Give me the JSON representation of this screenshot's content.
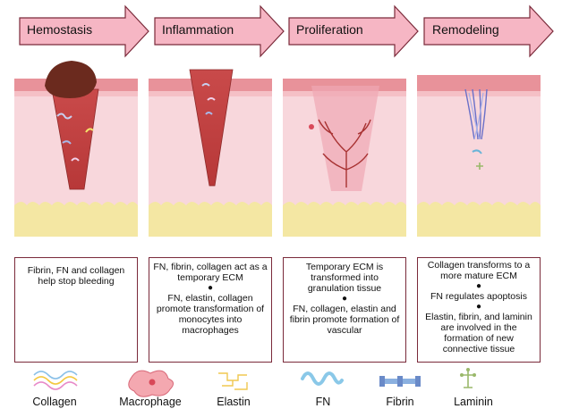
{
  "stages": [
    {
      "label": "Hemostasis",
      "text": [
        "Fibrin, FN and collagen help stop bleeding"
      ]
    },
    {
      "label": "Inflammation",
      "text": [
        "FN, fibrin, collagen act as a temporary ECM",
        "FN, elastin, collagen promote transformation of monocytes into macrophages"
      ]
    },
    {
      "label": "Proliferation",
      "text": [
        "Temporary ECM is transformed into granulation tissue",
        "FN, collagen, elastin and fibrin promote formation of vascular"
      ]
    },
    {
      "label": "Remodeling",
      "text": [
        "Collagen transforms to a more mature ECM",
        "FN regulates apoptosis",
        "Elastin, fibrin, and laminin are involved in the formation of new connective tissue"
      ]
    }
  ],
  "bullet": "●",
  "legend": [
    {
      "label": "Collagen",
      "icon": "collagen-icon"
    },
    {
      "label": "Macrophage",
      "icon": "macrophage-icon"
    },
    {
      "label": "Elastin",
      "icon": "elastin-icon"
    },
    {
      "label": "FN",
      "icon": "fn-icon"
    },
    {
      "label": "Fibrin",
      "icon": "fibrin-icon"
    },
    {
      "label": "Laminin",
      "icon": "laminin-icon"
    }
  ],
  "colors": {
    "arrow_fill": "#f6b6c4",
    "arrow_stroke": "#7a2a3a",
    "epidermis": "#e8929a",
    "dermis": "#f8d7dc",
    "fat": "#f4e7a3",
    "wound": "#c94a4a",
    "clot": "#6b2a1e",
    "box_border": "#7a2a3a"
  }
}
